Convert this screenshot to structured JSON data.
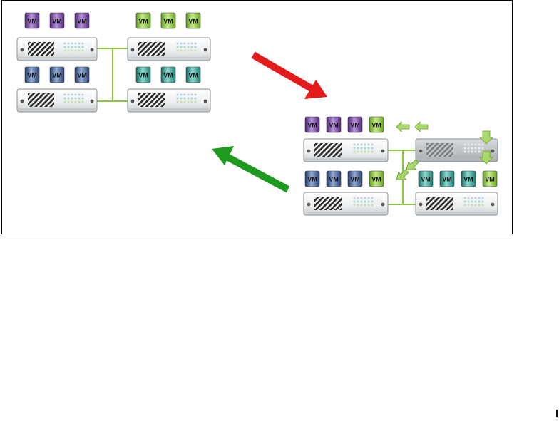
{
  "vm_label": "VM",
  "colors": {
    "purple": "#7b4fa6",
    "green": "#8cc63f",
    "blue": "#3d5a99",
    "teal": "#2a9a8e",
    "link": "#8cc63f",
    "arrow_red": "#e31b1b",
    "arrow_green": "#1e9a1e"
  },
  "before": {
    "servers": [
      {
        "vms": [
          "purple",
          "purple",
          "purple"
        ]
      },
      {
        "vms": [
          "green",
          "green",
          "green"
        ]
      },
      {
        "vms": [
          "blue",
          "blue",
          "blue"
        ]
      },
      {
        "vms": [
          "teal",
          "teal",
          "teal"
        ]
      }
    ]
  },
  "after": {
    "servers": [
      {
        "vms": [
          "purple",
          "purple",
          "purple",
          "green"
        ]
      },
      {
        "vms": [],
        "state": "inactive"
      },
      {
        "vms": [
          "blue",
          "blue",
          "blue",
          "green"
        ]
      },
      {
        "vms": [
          "teal",
          "teal",
          "teal",
          "green"
        ]
      }
    ]
  },
  "arrows": [
    {
      "color": "red",
      "meaning": "forward"
    },
    {
      "color": "green",
      "meaning": "back"
    }
  ]
}
